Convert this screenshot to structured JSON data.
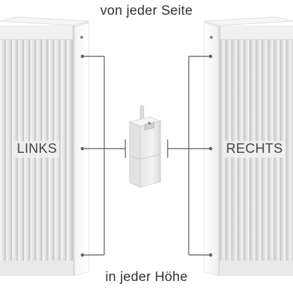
{
  "captions": {
    "top": "von jeder Seite",
    "bottom": "in jeder Höhe"
  },
  "labels": {
    "left": "LINKS",
    "right": "RECHTS"
  },
  "icons": {
    "left_radiator": "radiator-panel-icon",
    "right_radiator": "radiator-panel-icon",
    "device": "thermostat-receiver-icon"
  },
  "colors": {
    "background": "#ffffff",
    "radiator_face": "#f2f2f2",
    "fin_shadow": "#c9c9c9",
    "marker_line": "#555555",
    "text": "#333333"
  }
}
